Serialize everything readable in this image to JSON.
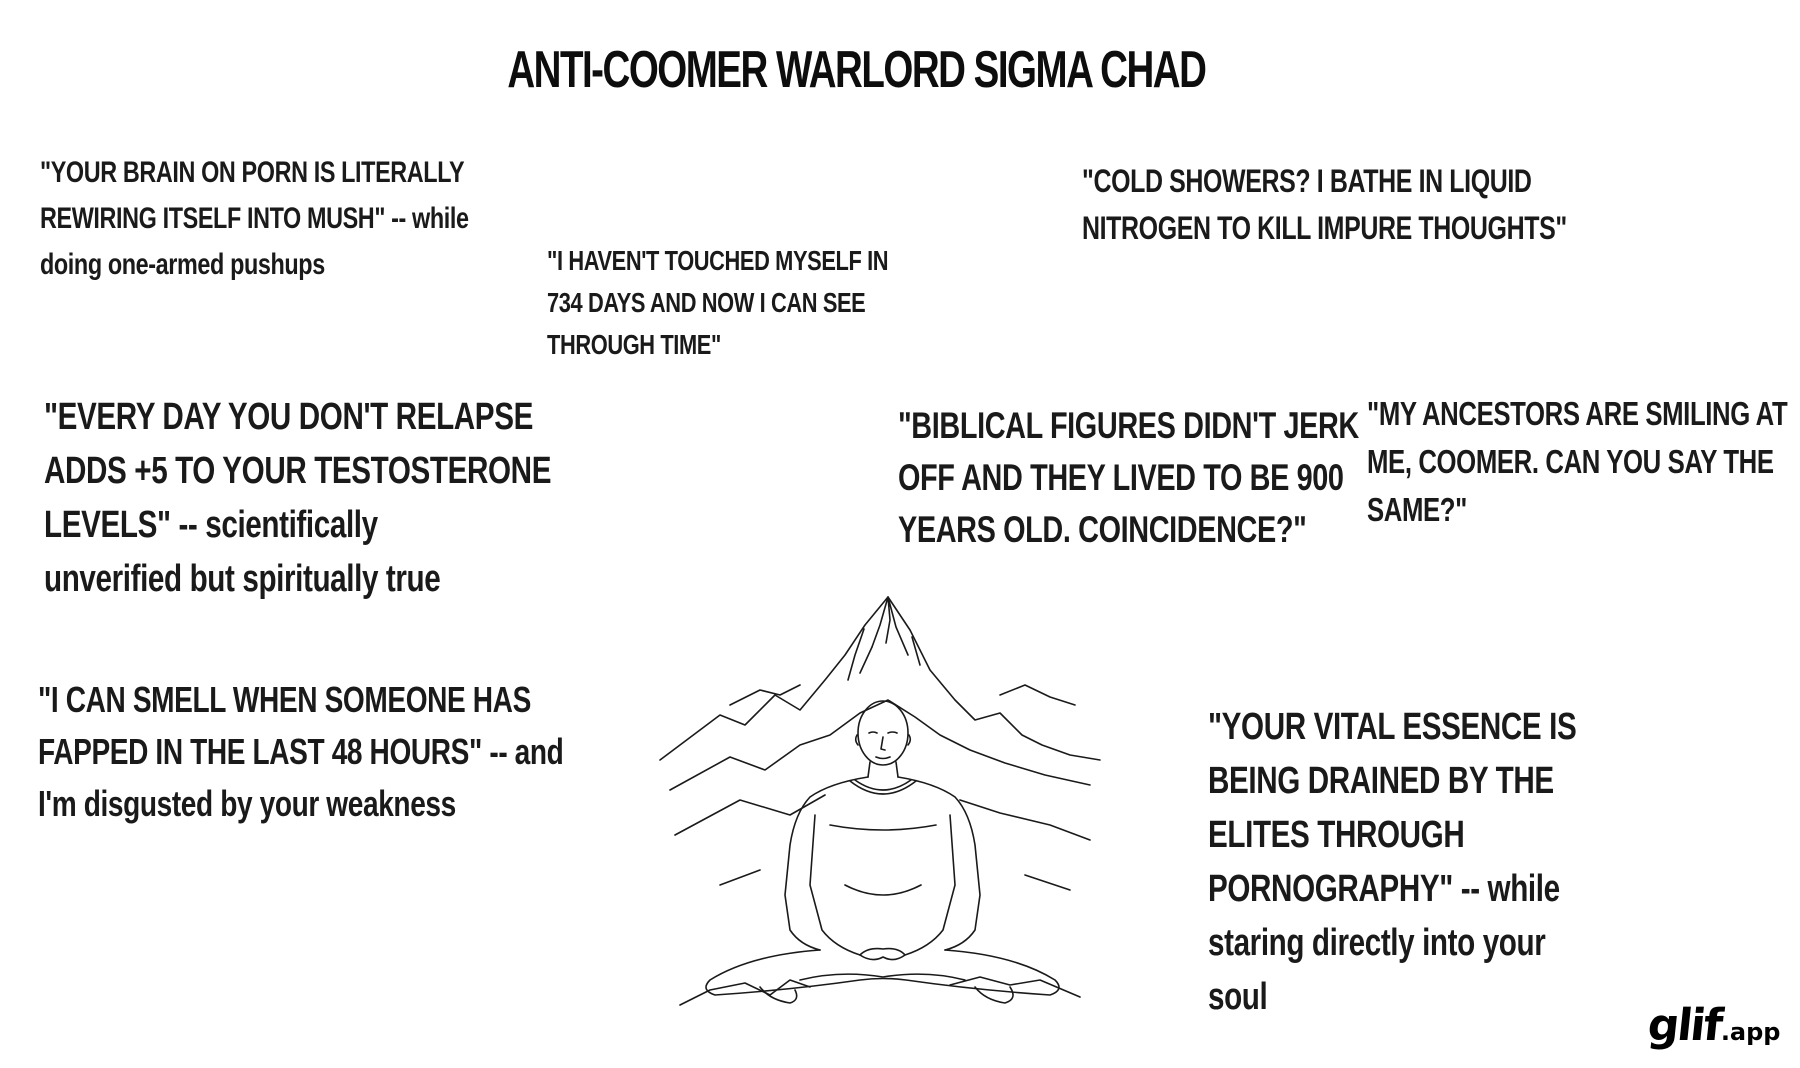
{
  "title": "ANTI-COOMER WARLORD SIGMA CHAD",
  "quotes": [
    {
      "id": "q1",
      "lines": [
        "\"YOUR BRAIN ON PORN IS LITERALLY",
        "REWIRING ITSELF INTO MUSH\" -- while",
        "doing one-armed pushups"
      ]
    },
    {
      "id": "q2",
      "lines": [
        "\"I HAVEN'T TOUCHED MYSELF IN",
        "734 DAYS AND NOW I CAN SEE",
        "THROUGH TIME\""
      ]
    },
    {
      "id": "q3",
      "lines": [
        "\"COLD SHOWERS? I BATHE IN LIQUID",
        "NITROGEN TO KILL IMPURE THOUGHTS\""
      ]
    },
    {
      "id": "q4",
      "lines": [
        "\"EVERY DAY YOU DON'T RELAPSE",
        "ADDS +5 TO YOUR TESTOSTERONE",
        "LEVELS\" -- scientifically",
        "unverified but spiritually true"
      ]
    },
    {
      "id": "q5",
      "lines": [
        "\"BIBLICAL FIGURES DIDN'T JERK",
        "OFF AND THEY LIVED TO BE 900",
        "YEARS OLD. COINCIDENCE?\""
      ]
    },
    {
      "id": "q6",
      "lines": [
        "\"MY ANCESTORS ARE SMILING AT",
        "ME, COOMER. CAN YOU SAY THE",
        "SAME?\""
      ]
    },
    {
      "id": "q7",
      "lines": [
        "\"I CAN SMELL WHEN SOMEONE HAS",
        "FAPPED IN THE LAST 48 HOURS\" -- and",
        "I'm disgusted by your weakness"
      ]
    },
    {
      "id": "q8",
      "lines": [
        "\"YOUR VITAL ESSENCE IS",
        "BEING DRAINED BY THE",
        "ELITES THROUGH",
        "PORNOGRAPHY\" -- while",
        "staring directly into your",
        "soul"
      ]
    }
  ],
  "logo": {
    "main": "glif",
    "suffix": ".app"
  },
  "illustration": {
    "icon": "meditating-man-mountains-icon"
  }
}
